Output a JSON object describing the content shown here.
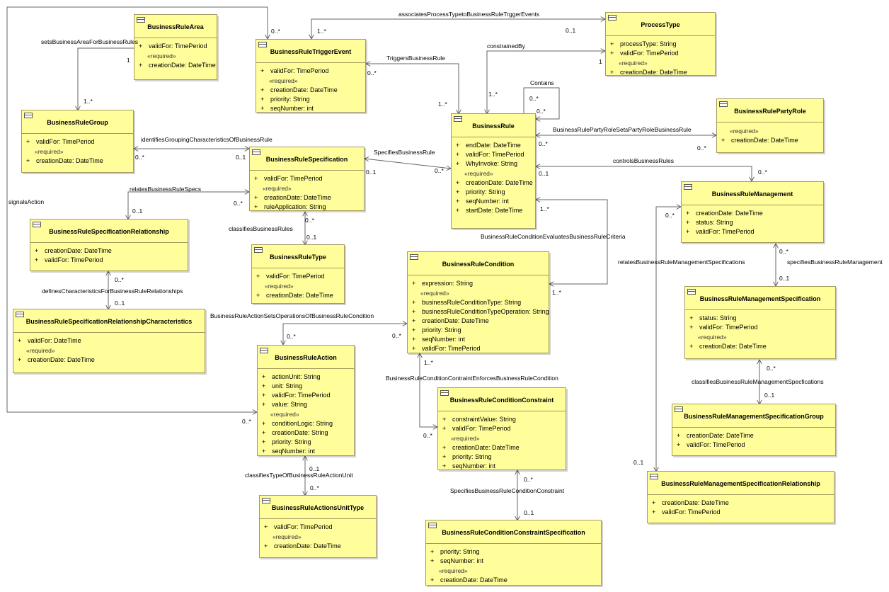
{
  "classes": {
    "area": {
      "name": "BusinessRuleArea",
      "attrs": [
        {
          "vis": "+",
          "text": "validFor: TimePeriod"
        }
      ],
      "stereotype": "«required»",
      "req": [
        {
          "vis": "+",
          "text": "creationDate: DateTime"
        }
      ]
    },
    "trigger": {
      "name": "BusinessRuleTriggerEvent",
      "attrs": [
        {
          "vis": "+",
          "text": "validFor: TimePeriod"
        }
      ],
      "stereotype": "«required»",
      "req": [
        {
          "vis": "+",
          "text": "creationDate: DateTime"
        },
        {
          "vis": "+",
          "text": "priority: String"
        },
        {
          "vis": "+",
          "text": "seqNumber: int"
        }
      ]
    },
    "processtype": {
      "name": "ProcessType",
      "attrs": [
        {
          "vis": "+",
          "text": "processType: String"
        },
        {
          "vis": "+",
          "text": "validFor: TimePeriod"
        }
      ],
      "stereotype": "«required»",
      "req": [
        {
          "vis": "+",
          "text": "creationDate: DateTime"
        }
      ]
    },
    "group": {
      "name": "BusinessRuleGroup",
      "attrs": [
        {
          "vis": "+",
          "text": "validFor: TimePeriod"
        }
      ],
      "stereotype": "«required»",
      "req": [
        {
          "vis": "+",
          "text": "creationDate: DateTime"
        }
      ]
    },
    "rule": {
      "name": "BusinessRule",
      "attrs": [
        {
          "vis": "+",
          "text": "endDate: DateTime"
        },
        {
          "vis": "+",
          "text": "validFor: TimePeriod"
        },
        {
          "vis": "+",
          "text": "WhyInvoke: String"
        }
      ],
      "stereotype": "«required»",
      "req": [
        {
          "vis": "+",
          "text": "creationDate: DateTime"
        },
        {
          "vis": "+",
          "text": "priority: String"
        },
        {
          "vis": "+",
          "text": "seqNumber: int"
        },
        {
          "vis": "+",
          "text": "startDate: DateTime"
        }
      ]
    },
    "partyrole": {
      "name": "BusinessRulePartyRole",
      "attrs": [],
      "stereotype": "«required»",
      "req": [
        {
          "vis": "+",
          "text": "creationDate: DateTime"
        }
      ]
    },
    "spec": {
      "name": "BusinessRuleSpecification",
      "attrs": [
        {
          "vis": "+",
          "text": "validFor: TimePeriod"
        }
      ],
      "stereotype": "«required»",
      "req": [
        {
          "vis": "+",
          "text": "creationDate: DateTime"
        },
        {
          "vis": "+",
          "text": "ruleApplication: String"
        }
      ]
    },
    "management": {
      "name": "BusinessRuleManagement",
      "attrs": [
        {
          "vis": "+",
          "text": "creationDate: DateTime"
        },
        {
          "vis": "+",
          "text": "status: String"
        },
        {
          "vis": "+",
          "text": "validFor: TimePeriod"
        }
      ],
      "stereotype": "",
      "req": []
    },
    "specrel": {
      "name": "BusinessRuleSpecificationRelationship",
      "attrs": [
        {
          "vis": "+",
          "text": "creationDate: DateTime"
        },
        {
          "vis": "+",
          "text": "validFor: TimePeriod"
        }
      ],
      "stereotype": "",
      "req": []
    },
    "ruletype": {
      "name": "BusinessRuleType",
      "attrs": [
        {
          "vis": "+",
          "text": "validFor: TimePeriod"
        }
      ],
      "stereotype": "«required»",
      "req": [
        {
          "vis": "+",
          "text": "creationDate: DateTime"
        }
      ]
    },
    "condition": {
      "name": "BusinessRuleCondition",
      "attrs": [
        {
          "vis": "+",
          "text": "expression: String"
        }
      ],
      "stereotype": "«required»",
      "req": [
        {
          "vis": "+",
          "text": "businessRuleConditionType: String"
        },
        {
          "vis": "+",
          "text": "businessRuleConditionTypeOperation: String"
        },
        {
          "vis": "+",
          "text": "creationDate: DateTime"
        },
        {
          "vis": "+",
          "text": "priority: String"
        },
        {
          "vis": "+",
          "text": "seqNumber: int"
        },
        {
          "vis": "+",
          "text": "validFor: TimePeriod"
        }
      ]
    },
    "mgmtspec": {
      "name": "BusinessRuleManagementSpecification",
      "attrs": [
        {
          "vis": "+",
          "text": "status: String"
        },
        {
          "vis": "+",
          "text": "validFor: TimePeriod"
        }
      ],
      "stereotype": "«required»",
      "req": [
        {
          "vis": "+",
          "text": "creationDate: DateTime"
        }
      ]
    },
    "specrelchar": {
      "name": "BusinessRuleSpecificationRelationshipCharacteristics",
      "attrs": [
        {
          "vis": "+",
          "text": "validFor: DateTime"
        }
      ],
      "stereotype": "«required»",
      "req": [
        {
          "vis": "+",
          "text": "creationDate: DateTime"
        }
      ]
    },
    "action": {
      "name": "BusinessRuleAction",
      "attrs": [
        {
          "vis": "+",
          "text": "actionUnit: String"
        },
        {
          "vis": "+",
          "text": "unit: String"
        },
        {
          "vis": "+",
          "text": "validFor: TimePeriod"
        },
        {
          "vis": "+",
          "text": "value: String"
        }
      ],
      "stereotype": "«required»",
      "req": [
        {
          "vis": "+",
          "text": "conditionLogic: String"
        },
        {
          "vis": "+",
          "text": "creationDate: String"
        },
        {
          "vis": "+",
          "text": "priority: String"
        },
        {
          "vis": "+",
          "text": "seqNumber: int"
        }
      ]
    },
    "constraint": {
      "name": "BusinessRuleConditionConstraint",
      "attrs": [
        {
          "vis": "+",
          "text": "constraintValue: String"
        },
        {
          "vis": "+",
          "text": "validFor: TimePeriod"
        }
      ],
      "stereotype": "«required»",
      "req": [
        {
          "vis": "+",
          "text": "creationDate: DateTime"
        },
        {
          "vis": "+",
          "text": "priority: String"
        },
        {
          "vis": "+",
          "text": "seqNumber: int"
        }
      ]
    },
    "mgmtspecgroup": {
      "name": "BusinessRuleManagementSpecificationGroup",
      "attrs": [
        {
          "vis": "+",
          "text": "creationDate: DateTime"
        },
        {
          "vis": "+",
          "text": "validFor: TimePeriod"
        }
      ],
      "stereotype": "",
      "req": []
    },
    "mgmtspecrel": {
      "name": "BusinessRuleManagementSpecificationRelationship",
      "attrs": [
        {
          "vis": "+",
          "text": "creationDate: DateTime"
        },
        {
          "vis": "+",
          "text": "validFor: TimePeriod"
        }
      ],
      "stereotype": "",
      "req": []
    },
    "actionsunittype": {
      "name": "BusinessRuleActionsUnitType",
      "attrs": [
        {
          "vis": "+",
          "text": "validFor: TimePeriod"
        }
      ],
      "stereotype": "«required»",
      "req": [
        {
          "vis": "+",
          "text": "creationDate: DateTime"
        }
      ]
    },
    "constraintspec": {
      "name": "BusinessRuleConditionConstraintSpecification",
      "attrs": [
        {
          "vis": "+",
          "text": "priority: String"
        },
        {
          "vis": "+",
          "text": "seqNumber: int"
        }
      ],
      "stereotype": "«required»",
      "req": [
        {
          "vis": "+",
          "text": "creationDate: DateTime"
        }
      ]
    }
  },
  "associations": {
    "a_procTrigger": "associatesProcessTypetoBusinessRuleTrggerEvents",
    "a_setsArea": "setsBusinessAreaForBusinessRules",
    "a_triggers": "TriggersBusinessRule",
    "a_constrainedBy": "constrainedBy",
    "a_contains": "Contains",
    "a_partyRole": "BusinessRulePartyRoleSetsPartyRoleBusinessRule",
    "a_grouping": "identifiesGroupingCharacteristicsOfBusinessRule",
    "a_specifies": "SpecifiesBusinessRule",
    "a_controls": "controlsBusinessRules",
    "a_signals": "signalsAction",
    "a_relatesSpecs": "relatesBusinessRuleSpecs",
    "a_classifies": "classifiesBusinessRules",
    "a_evaluates": "BusinessRuleConditionEvaluatesBusinessRuleCriteria",
    "a_relatesMgmt": "relatesBusinessRuleManagementSpecifications",
    "a_specMgmt": "specifiesBusinessRuleManagement",
    "a_definesChar": "definesCharacteristicsForBusinessRuleRelationships",
    "a_actionSets": "BusinessRuleActionSetsOperationsOfBusinessRuleCondition",
    "a_contraint": "BusinessRuleConditionContraintEnforcesBusinessRuleCondition",
    "a_classMgmt": "classifiesBusinessRuleManagementSpecfications",
    "a_classUnit": "classifiesTypeOfBusinessRuleActionUnit",
    "a_specConstraint": "SpecifiesBusinessRuleConditionConstraint"
  },
  "multiplicities": {
    "m1": "0..*",
    "m2": "1..*",
    "m3": "0..1",
    "m4": "1",
    "m5": "1..*",
    "m6": "1",
    "m7": "0..*",
    "m8": "1..*",
    "m9": "1..*",
    "m10": "0..*",
    "m11": "0..*",
    "m12": "1..*",
    "m13": "0..*",
    "m14": "0..*",
    "m15": "0..*",
    "m16": "0..1",
    "m17": "0..1",
    "m18": "0..*",
    "m19": "0..1",
    "m20": "0..*",
    "m21": "0..1",
    "m22": "0..*",
    "m23": "0..*",
    "m24": "0..1",
    "m25": "1..*",
    "m26": "0..*",
    "m27": "1..*",
    "m28": "0..*",
    "m29": "0..1",
    "m30": "0..*",
    "m31": "0..1",
    "m32": "0..*",
    "m33": "0..*",
    "m34": "1..*",
    "m35": "0..*",
    "m36": "0..*",
    "m37": "0..1",
    "m38": "0..1",
    "m39": "0..*",
    "m40": "0..*",
    "m41": "0..1",
    "m42": "0..*",
    "m43": "0..1",
    "m44": "0..*"
  }
}
